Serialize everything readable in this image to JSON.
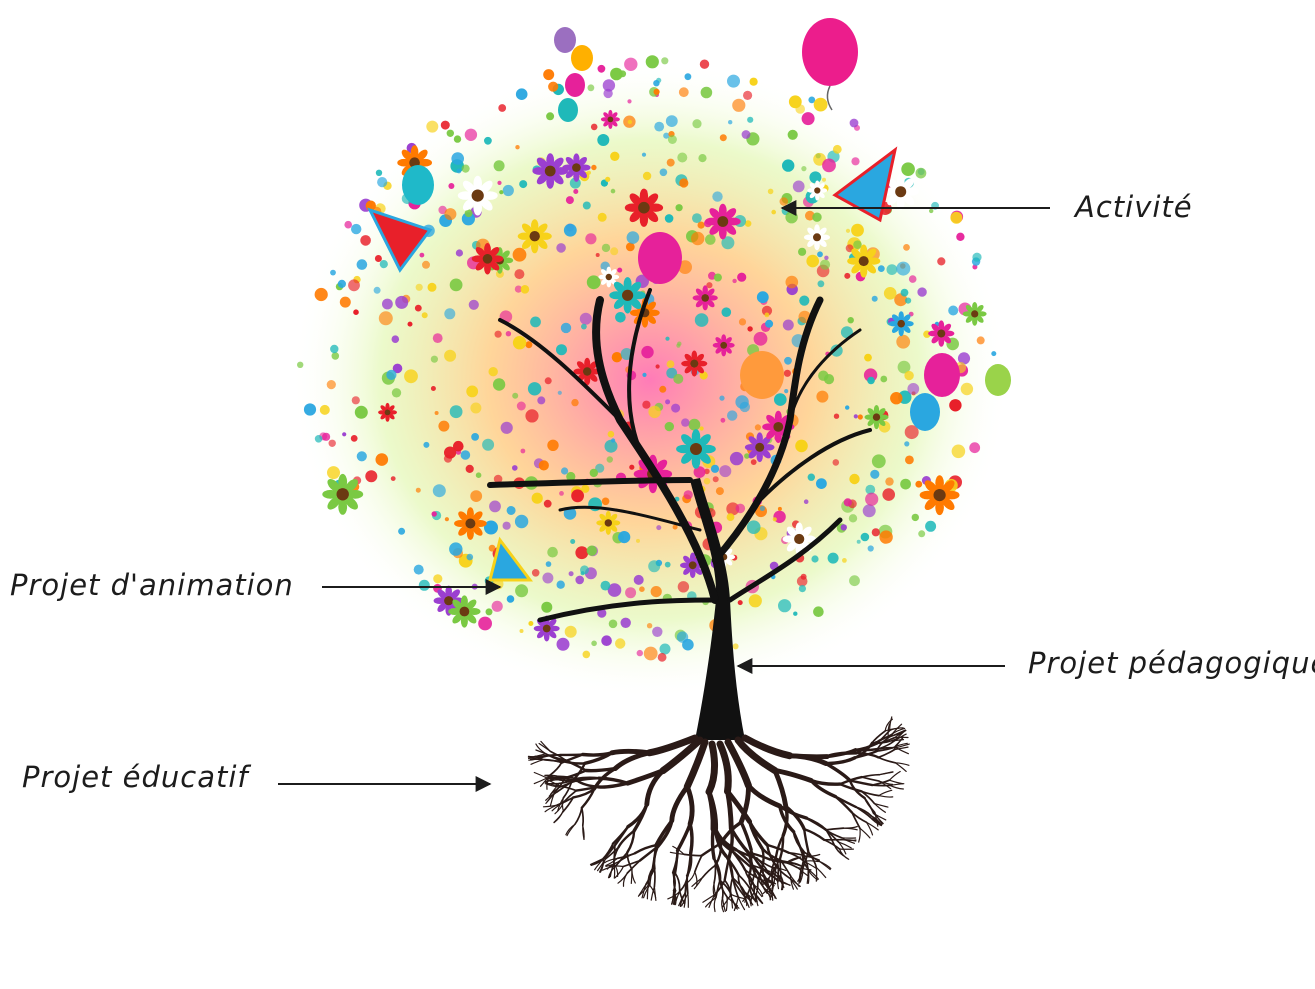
{
  "labels": {
    "activite": "Activité",
    "projet_animation": "Projet d'animation",
    "projet_pedagogique": "Projet pédagogique",
    "projet_educatif": "Projet éducatif"
  },
  "colors": {
    "text": "#1c1c1c",
    "trunk": "#111111",
    "roots": "#2a1a17",
    "palette": [
      "#e8202a",
      "#f7d21a",
      "#ff7a00",
      "#e6219a",
      "#2aa7e0",
      "#7ac943",
      "#9b3fd0",
      "#1fb9b9",
      "#ffffff"
    ]
  },
  "icons": {
    "tree": "tree-icon",
    "balloon": "balloon-icon",
    "butterfly": "butterfly-icon",
    "flower": "flower-icon",
    "heart": "heart-icon",
    "party-hat": "party-hat-icon"
  }
}
